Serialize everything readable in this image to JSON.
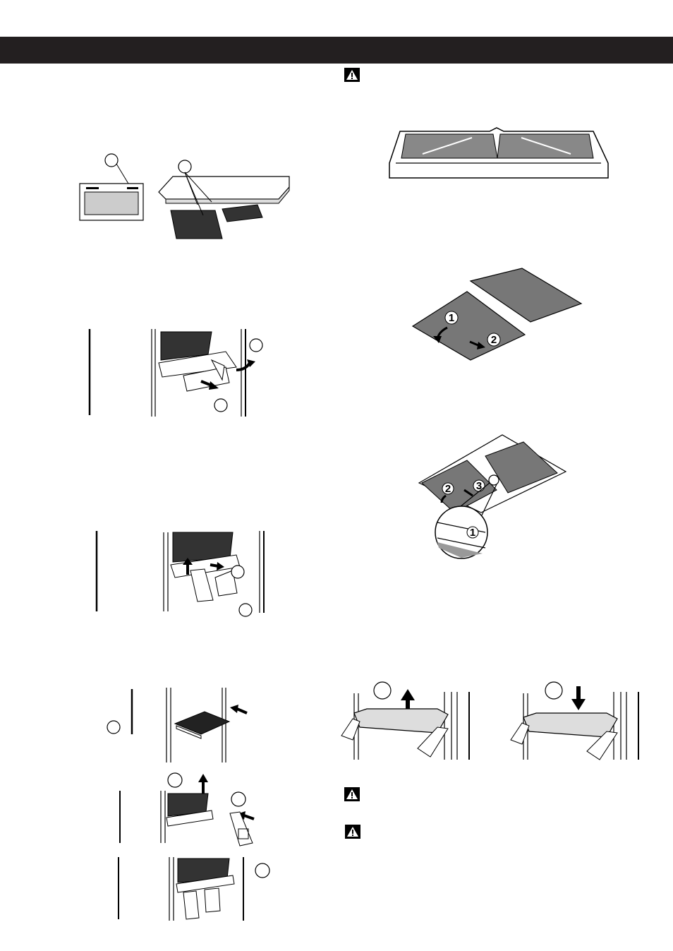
{
  "page": {
    "header_bar_color": "#231f20"
  },
  "figures": {
    "remove_filter_steps": {
      "step_1": "1",
      "step_2": "2"
    },
    "insert_filter_steps": {
      "step_1": "1",
      "step_2": "2",
      "step_3": "3"
    }
  },
  "icons": {
    "warning": "warning-triangle-icon",
    "arrow": "arrow-icon",
    "callout": "callout-circle-icon"
  }
}
